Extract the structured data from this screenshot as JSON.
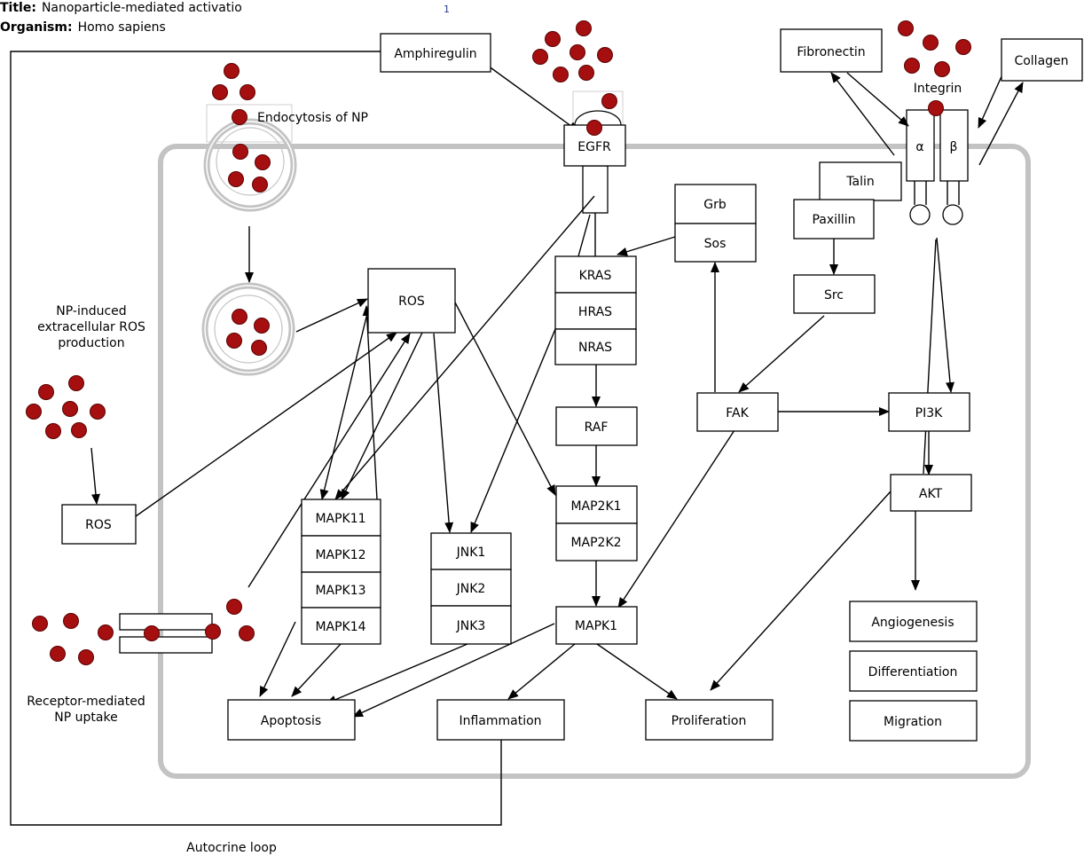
{
  "header": {
    "title_label": "Title:",
    "title_value": "Nanoparticle-mediated activatio",
    "organism_label": "Organism:",
    "organism_value": "Homo sapiens",
    "page_number": "1"
  },
  "nodes": {
    "amphiregulin": "Amphiregulin",
    "egfr": "EGFR",
    "fibronectin": "Fibronectin",
    "collagen": "Collagen",
    "integrin": "Integrin",
    "alpha": "α",
    "beta": "β",
    "talin": "Talin",
    "paxillin": "Paxillin",
    "src": "Src",
    "grb": "Grb",
    "sos": "Sos",
    "kras": "KRAS",
    "hras": "HRAS",
    "nras": "NRAS",
    "raf": "RAF",
    "map2k1": "MAP2K1",
    "map2k2": "MAP2K2",
    "mapk1": "MAPK1",
    "fak": "FAK",
    "pi3k": "PI3K",
    "akt": "AKT",
    "ros_cell": "ROS",
    "ros_out": "ROS",
    "mapk11": "MAPK11",
    "mapk12": "MAPK12",
    "mapk13": "MAPK13",
    "mapk14": "MAPK14",
    "jnk1": "JNK1",
    "jnk2": "JNK2",
    "jnk3": "JNK3",
    "apoptosis": "Apoptosis",
    "inflammation": "Inflammation",
    "proliferation": "Proliferation",
    "angiogenesis": "Angiogenesis",
    "differentiation": "Differentiation",
    "migration": "Migration"
  },
  "labels": {
    "endocytosis": "Endocytosis of NP",
    "np_ros_1": "NP-induced",
    "np_ros_2": "extracellular ROS",
    "np_ros_3": "production",
    "receptor_1": "Receptor-mediated",
    "receptor_2": "NP uptake",
    "autocrine": "Autocrine loop"
  },
  "colors": {
    "nanoparticle": "#a50f10",
    "cell_membrane": "#c3c3c3"
  }
}
